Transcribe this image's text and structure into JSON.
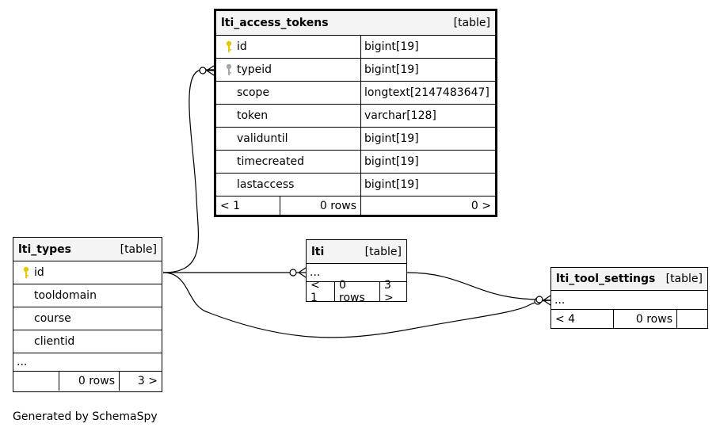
{
  "diagram": {
    "tables": {
      "access_tokens": {
        "name": "lti_access_tokens",
        "kind": "[table]",
        "columns": [
          {
            "name": "id",
            "type": "bigint[19]",
            "key": "primary"
          },
          {
            "name": "typeid",
            "type": "bigint[19]",
            "key": "foreign"
          },
          {
            "name": "scope",
            "type": "longtext[2147483647]",
            "key": "none"
          },
          {
            "name": "token",
            "type": "varchar[128]",
            "key": "none"
          },
          {
            "name": "validuntil",
            "type": "bigint[19]",
            "key": "none"
          },
          {
            "name": "timecreated",
            "type": "bigint[19]",
            "key": "none"
          },
          {
            "name": "lastaccess",
            "type": "bigint[19]",
            "key": "none"
          }
        ],
        "footer": {
          "parents": "< 1",
          "rows": "0 rows",
          "children": "0 >"
        }
      },
      "types": {
        "name": "lti_types",
        "kind": "[table]",
        "columns": [
          {
            "name": "id",
            "key": "primary"
          },
          {
            "name": "tooldomain",
            "key": "none"
          },
          {
            "name": "course",
            "key": "none"
          },
          {
            "name": "clientid",
            "key": "none"
          }
        ],
        "more": "...",
        "footer": {
          "parents": "",
          "rows": "0 rows",
          "children": "3 >"
        }
      },
      "lti": {
        "name": "lti",
        "kind": "[table]",
        "more": "...",
        "footer": {
          "parents": "< 1",
          "rows": "0 rows",
          "children": "3 >"
        }
      },
      "tool_settings": {
        "name": "lti_tool_settings",
        "kind": "[table]",
        "more": "...",
        "footer": {
          "parents": "< 4",
          "rows": "0 rows",
          "children": ""
        }
      }
    },
    "relationships": [
      {
        "from": "lti_types.id",
        "to": "lti_access_tokens.typeid"
      },
      {
        "from": "lti_types.id",
        "to": "lti"
      },
      {
        "from": "lti_types.id",
        "to": "lti_tool_settings"
      },
      {
        "from": "lti",
        "to": "lti_tool_settings"
      }
    ],
    "colors": {
      "primary_key": "#e6c800",
      "foreign_key": "#a8a8a8",
      "header_bg": "#f4f4f4",
      "line": "#000000"
    }
  },
  "footer_text": "Generated by SchemaSpy"
}
